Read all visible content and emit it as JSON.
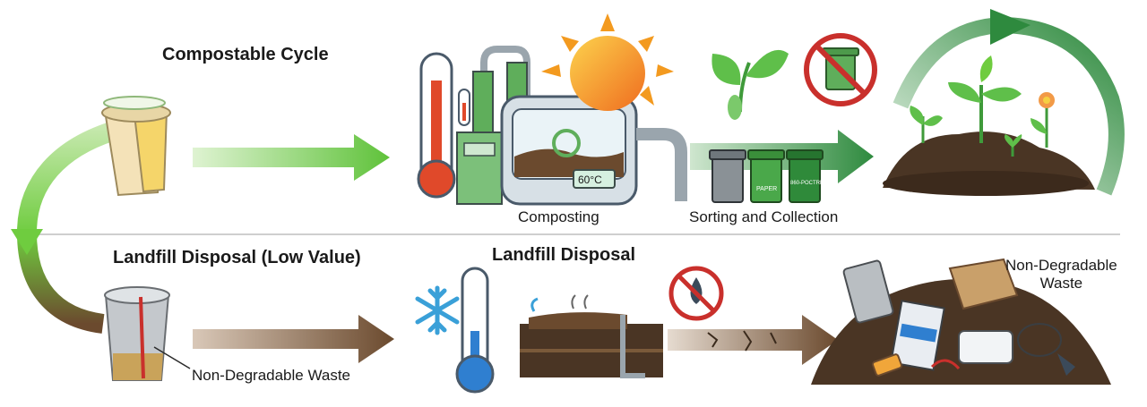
{
  "labels": {
    "compostable_cycle": "Compostable Cycle",
    "landfill_disposal_low_value": "Landfill Disposal (Low Value)",
    "landfill_disposal": "Landfill Disposal",
    "composting": "Composting",
    "sorting_and_collection": "Sorting and Collection",
    "non_degradable_waste_cup": "Non-Degradable Waste",
    "non_degradable_waste_pile_line1": "Non-Degradable",
    "non_degradable_waste_pile_line2": "Waste"
  },
  "embedded_text": {
    "thermometer_reading": "60°C",
    "bin_label_paper": "PAPER",
    "bin_label_other": "860-POCTREH"
  },
  "icons": [
    "compostable-cup-icon",
    "composting-machine-icon",
    "sun-icon",
    "sprout-icon",
    "no-trash-icon",
    "recycling-bins-icon",
    "plant-soil-icon",
    "landfill-cup-icon",
    "snowflake-icon",
    "cold-thermometer-icon",
    "landfill-soil-icon",
    "no-water-icon",
    "cracked-ground-icon",
    "waste-pile-icon"
  ],
  "colors": {
    "green_arrow": "#5fc23a",
    "dark_green_arrow": "#2e8a3e",
    "brown_arrow": "#6b4a2e",
    "soil": "#4a3524",
    "sun": "#f39a1f",
    "thermometer_hot": "#e0492a",
    "thermometer_cold": "#2f7fd0",
    "no_sign": "#c9302c"
  }
}
